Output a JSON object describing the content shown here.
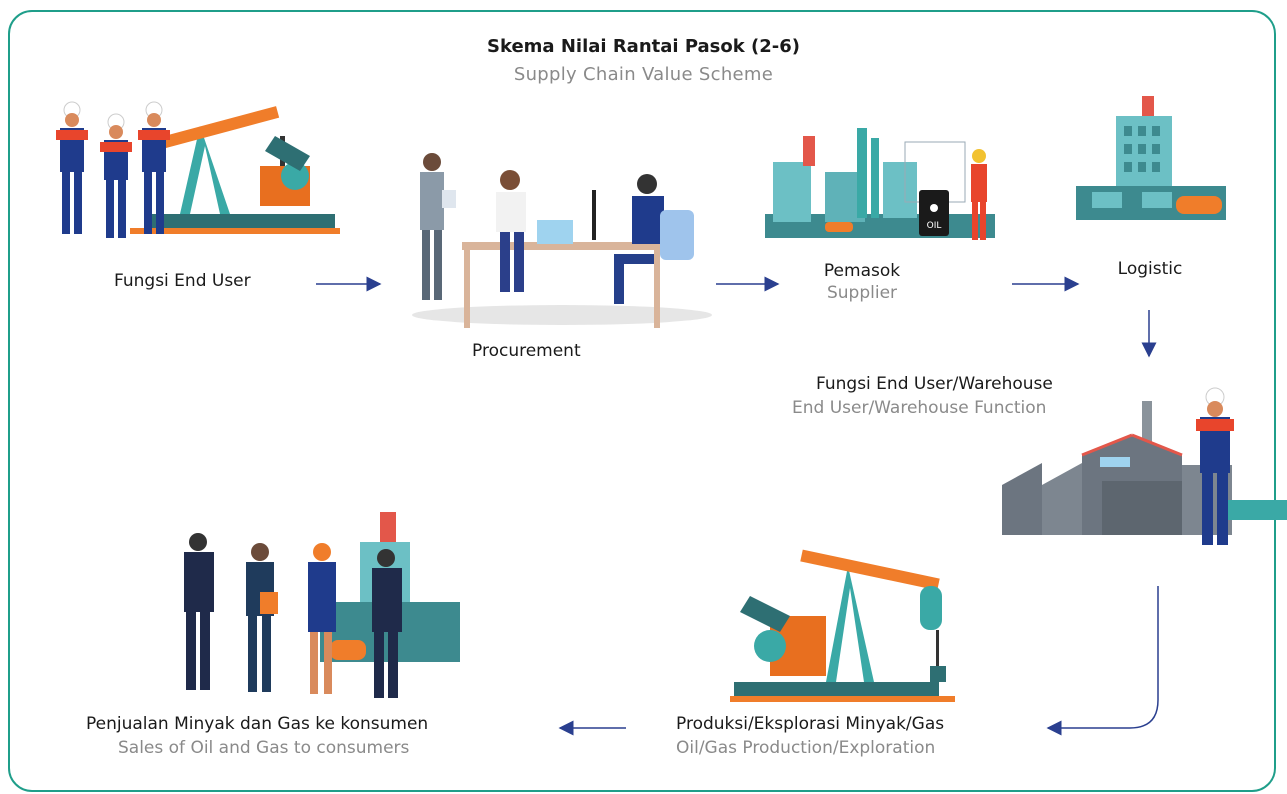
{
  "title": "Skema Nilai Rantai Pasok (2-6)",
  "subtitle": "Supply Chain Value Scheme",
  "colors": {
    "border": "#1f9e8a",
    "arrow": "#2a3f8f",
    "orange": "#f07d2a",
    "teal": "#3aa9a6",
    "navy": "#1f3b8c"
  },
  "nodes": {
    "end_user": {
      "label": "Fungsi End User"
    },
    "procurement": {
      "label": "Procurement"
    },
    "supplier": {
      "label": "Pemasok",
      "sub": "Supplier"
    },
    "logistic": {
      "label": "Logistic"
    },
    "warehouse": {
      "label": "Fungsi End User/Warehouse",
      "sub": "End User/Warehouse Function"
    },
    "production": {
      "label": "Produksi/Eksplorasi Minyak/Gas",
      "sub": "Oil/Gas Production/Exploration"
    },
    "sales": {
      "label": "Penjualan Minyak dan Gas ke konsumen",
      "sub": "Sales of Oil and Gas to consumers"
    }
  },
  "oil_drum_label": "OIL"
}
